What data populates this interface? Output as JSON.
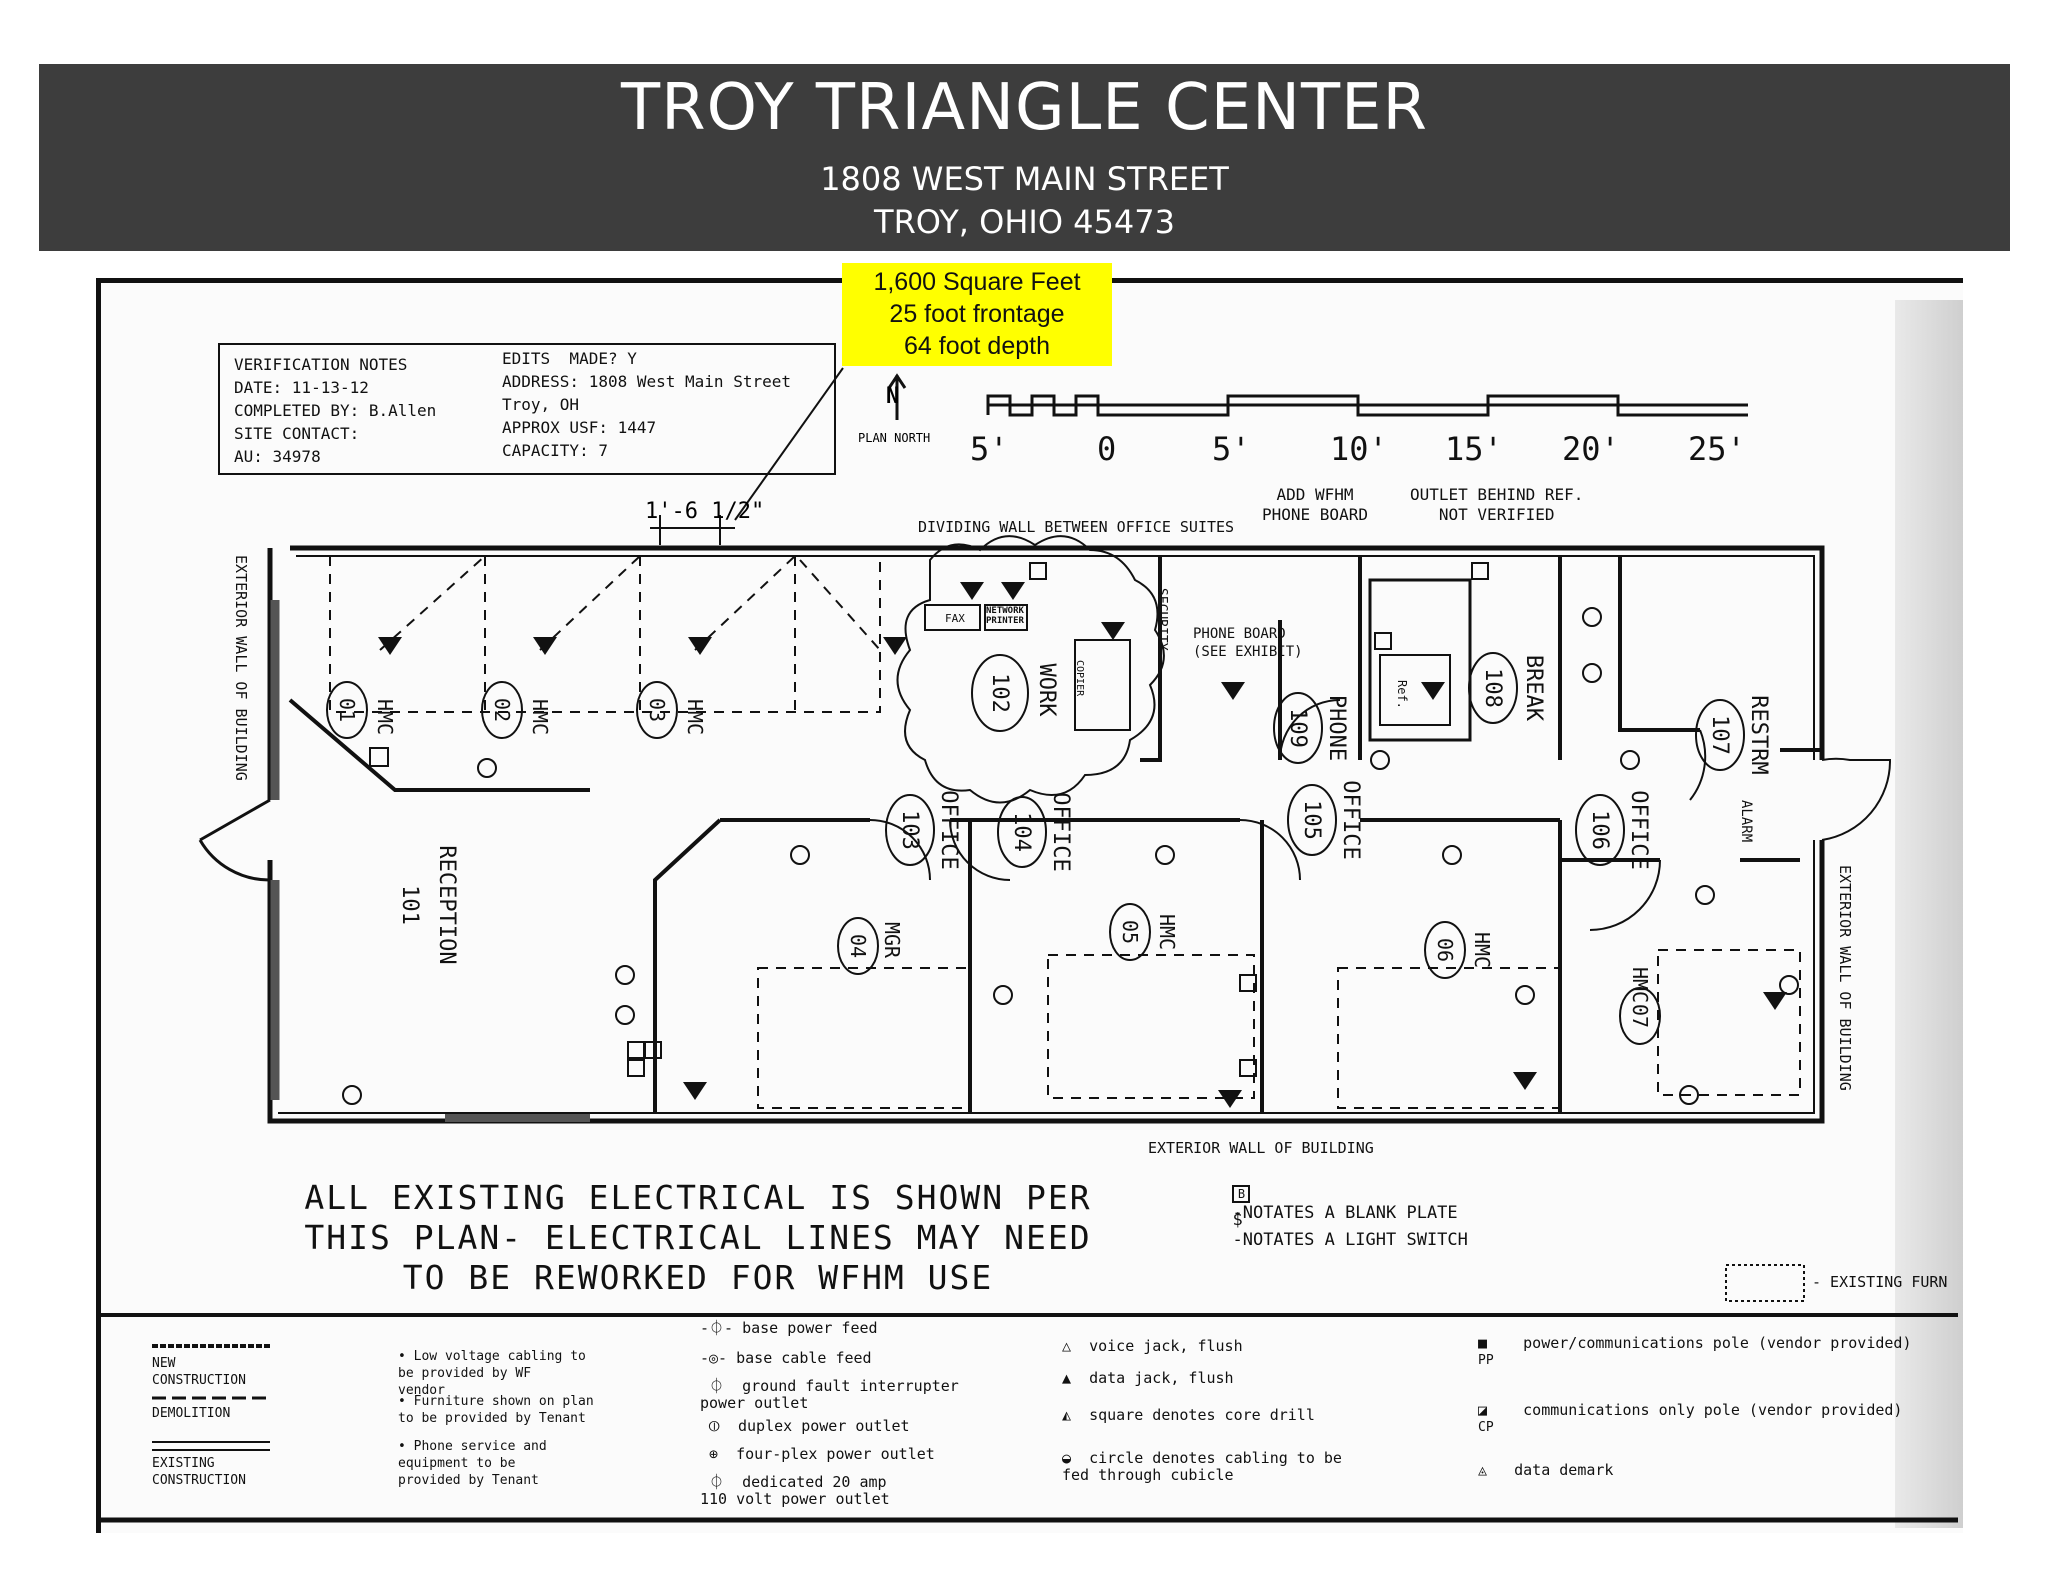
{
  "header": {
    "title": "TROY TRIANGLE CENTER",
    "address_line1": "1808 WEST MAIN STREET",
    "address_line2": "TROY, OHIO 45473"
  },
  "callout": {
    "line1": "1,600 Square Feet",
    "line2": "25 foot  frontage",
    "line3": "64 foot depth"
  },
  "verification": {
    "title": "VERIFICATION NOTES",
    "date": "DATE: 11-13-12",
    "completed_by": "COMPLETED BY: B.Allen",
    "site_contact": "SITE CONTACT:",
    "au": "AU: 34978",
    "edits": "EDITS  MADE? Y",
    "address": "ADDRESS: 1808 West Main Street",
    "city": "Troy, OH",
    "usf": "APPROX USF: 1447",
    "capacity": "CAPACITY: 7"
  },
  "north": {
    "arrow": "N",
    "label": "PLAN NORTH"
  },
  "scale": [
    "5'",
    "0",
    "5'",
    "10'",
    "15'",
    "20'",
    "25'"
  ],
  "dimension": "1'-6 1/2\"",
  "notes": {
    "dividing_wall": "DIVIDING WALL BETWEEN OFFICE SUITES",
    "wfhm_board": "ADD WFHM\nPHONE BOARD",
    "outlet_ref": "OUTLET BEHIND REF.\nNOT VERIFIED",
    "exterior_bottom": "EXTERIOR WALL OF BUILDING",
    "exterior_left": "EXTERIOR WALL OF BUILDING",
    "exterior_right": "EXTERIOR WALL OF BUILDING",
    "phone_board": "PHONE BOARD\n(SEE EXHIBIT)",
    "fax": "FAX",
    "printer": "NETWORK\nPRINTER",
    "copier": "COPIER",
    "security": "SECURITY",
    "ref": "Ref.",
    "alarm": "ALARM",
    "blank_plate": "-NOTATES A BLANK PLATE",
    "light_switch": "-NOTATES A LIGHT SWITCH",
    "existing_furn": "- EXISTING FURN",
    "big_note": "ALL EXISTING ELECTRICAL IS SHOWN PER\nTHIS PLAN- ELECTRICAL LINES MAY NEED\nTO BE REWORKED FOR WFHM USE"
  },
  "rooms": [
    {
      "num": "101",
      "name": "RECEPTION"
    },
    {
      "num": "102",
      "name": "WORK"
    },
    {
      "num": "103",
      "name": "OFFICE"
    },
    {
      "num": "104",
      "name": "OFFICE"
    },
    {
      "num": "105",
      "name": "OFFICE"
    },
    {
      "num": "106",
      "name": "OFFICE"
    },
    {
      "num": "107",
      "name": "RESTRM"
    },
    {
      "num": "108",
      "name": "BREAK"
    },
    {
      "num": "109",
      "name": "PHONE"
    }
  ],
  "stations": [
    {
      "num": "01",
      "name": "HMC"
    },
    {
      "num": "02",
      "name": "HMC"
    },
    {
      "num": "03",
      "name": "HMC"
    },
    {
      "num": "04",
      "name": "MGR"
    },
    {
      "num": "05",
      "name": "HMC"
    },
    {
      "num": "06",
      "name": "HMC"
    },
    {
      "num": "07",
      "name": "HMC"
    }
  ],
  "legend": {
    "new": "NEW\nCONSTRUCTION",
    "demo": "DEMOLITION",
    "existing": "EXISTING\nCONSTRUCTION",
    "bullet1": "Low voltage cabling to\nbe provided by WF\nvendor",
    "bullet2": "Furniture shown on plan\nto be provided by Tenant",
    "bullet3": "Phone service and\nequipment to be\nprovided by Tenant",
    "base_power": "base power feed",
    "base_cable": "base cable feed",
    "gfi": "ground fault interrupter\npower outlet",
    "duplex": "duplex power outlet",
    "fourplex": "four-plex power outlet",
    "dedicated": "dedicated 20 amp\n110 volt power outlet",
    "voice": "voice jack, flush",
    "data": "data jack, flush",
    "core": "square denotes core drill",
    "circle": "circle denotes cabling to be\nfed through cubicle",
    "pp": "power/communications pole (vendor provided)",
    "pp_tag": "PP",
    "cp": "communications only pole (vendor provided)",
    "cp_tag": "CP",
    "demark": "data demark"
  },
  "colors": {
    "banner": "#3d3d3d",
    "callout": "#ffff00",
    "ink": "#111111"
  }
}
